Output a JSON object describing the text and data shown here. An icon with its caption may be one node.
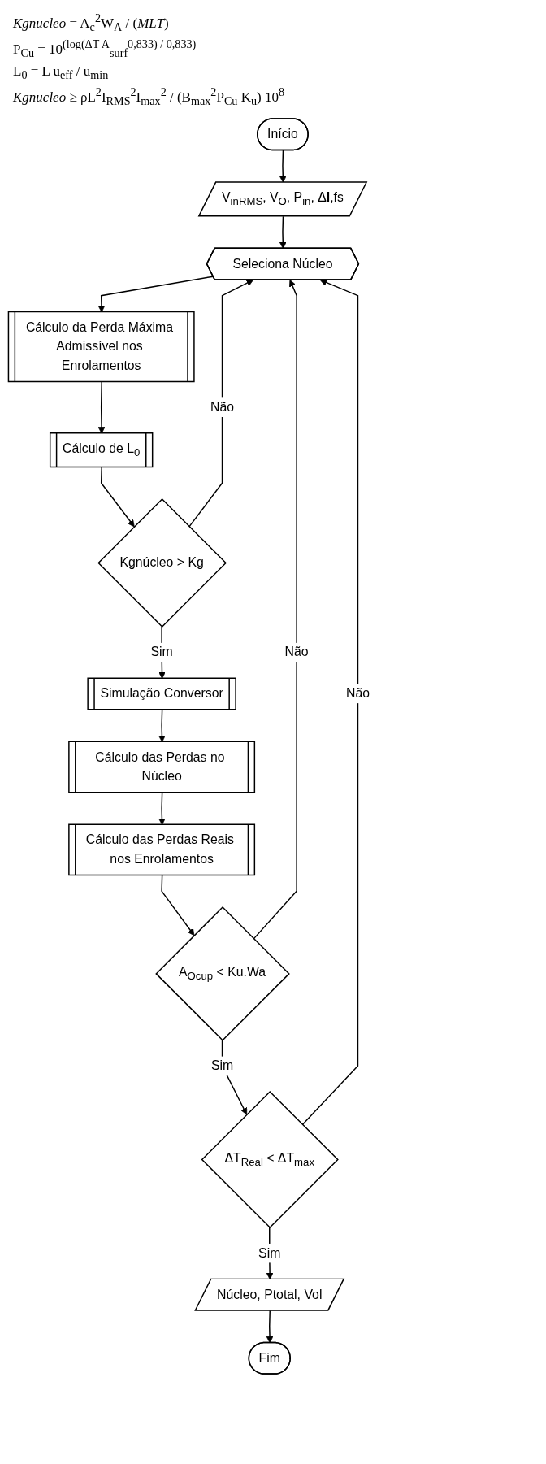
{
  "diagram": {
    "nodes": [
      {
        "text": [
          "Início"
        ]
      },
      {
        "text": [
          "V$_{inRMS}$, V$_{O}$, P$_{in}$, Δ**I**,fs"
        ]
      },
      {
        "text": [
          "Seleciona Núcleo"
        ]
      },
      {
        "text": [
          "Cálculo da Perda Máxima Admissível nos Enrolamentos"
        ]
      },
      {
        "text": [
          "Cálculo de L$_{0}$"
        ]
      },
      {
        "text": [
          "Kgnúcleo > Kg"
        ]
      },
      {
        "text": [
          "Simulação Conversor"
        ]
      },
      {
        "text": [
          "Cálculo das Perdas no Núcleo"
        ]
      },
      {
        "text": [
          "Cálculo das Perdas Reais nos Enrolamentos"
        ]
      },
      {
        "text": [
          "A$_{Ocup}$ < Ku.Wa"
        ]
      },
      {
        "text": [
          "ΔT$_{Real}$ < ΔT$_{max}$"
        ]
      },
      {
        "text": [
          "Núcleo, Ptotal, Vol"
        ]
      },
      {
        "text": [
          "Fim"
        ]
      }
    ],
    "edges": [
      {
        "from": 0,
        "to": 1,
        "arrow": "to"
      },
      {
        "from": 1,
        "to": 2,
        "arrow": "to"
      },
      {
        "from": 2,
        "to": 3,
        "arrow": "to"
      },
      {
        "from": 3,
        "to": 4,
        "arrow": "to"
      },
      {
        "from": 4,
        "to": 5,
        "arrow": "to"
      },
      {
        "from": 5,
        "to": 2,
        "arrow": "to",
        "label": "Não"
      },
      {
        "from": 5,
        "to": 6,
        "arrow": "to",
        "label": "Sim"
      },
      {
        "from": 6,
        "to": 7,
        "arrow": "to"
      },
      {
        "from": 7,
        "to": 8,
        "arrow": "to"
      },
      {
        "from": 8,
        "to": 9,
        "arrow": "to"
      },
      {
        "from": 9,
        "to": 2,
        "arrow": "to",
        "label": "Não"
      },
      {
        "from": 9,
        "to": 10,
        "arrow": "to",
        "label": "Sim"
      },
      {
        "from": 10,
        "to": 2,
        "arrow": "to",
        "label": "Não"
      },
      {
        "from": 10,
        "to": 11,
        "arrow": "to",
        "label": "Sim"
      },
      {
        "from": 11,
        "to": 12,
        "arrow": "to"
      }
    ],
    "labels": [
      "*Kgnucleo* = A$_{c}$$^{2}$W$_{A}$ / (*MLT*)",
      "P$_{Cu}$ = 10$^{(log(ΔT A}$$_{surf}$$^{0,833}$$^{) / 0,833)}$",
      "L$_{0}$ = L u$_{eff}$ / u$_{min}$",
      "*Kgnucleo* ≥ ρL$^{2}$I$_{RMS}$$^{2}$I$_{max}$$^{2}$ / (B$_{max}$$^{2}$P$_{Cu}$ K$_{u}$) 10$^{8}$"
    ]
  }
}
